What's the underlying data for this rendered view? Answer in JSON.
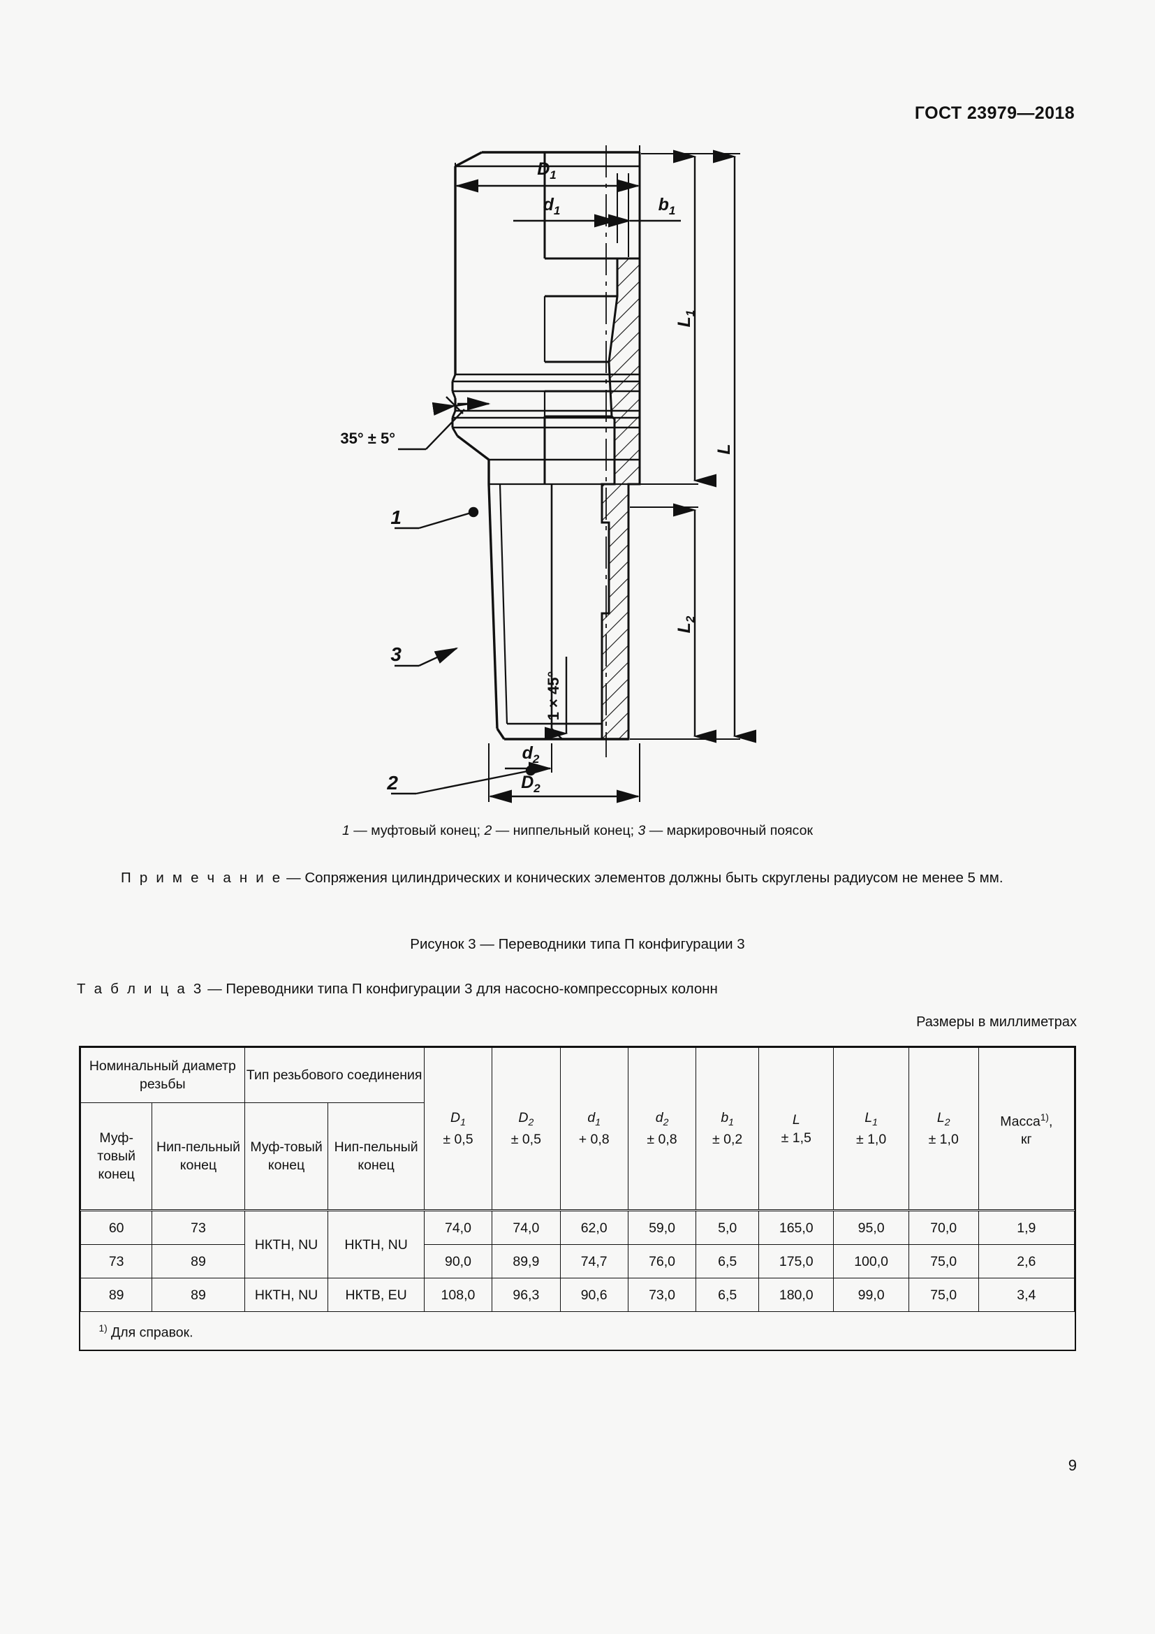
{
  "document": {
    "standard_header": "ГОСТ 23979—2018",
    "page_number": "9"
  },
  "figure": {
    "legend_item_1_num": "1",
    "legend_item_1_text": "— муфтовый конец;",
    "legend_item_2_num": "2",
    "legend_item_2_text": "— ниппельный конец;",
    "legend_item_3_num": "3",
    "legend_item_3_text": "— маркировочный поясок",
    "caption": "Рисунок 3 — Переводники типа П конфигурации 3",
    "callouts": {
      "one": "1",
      "two": "2",
      "three": "3"
    },
    "dimensions": {
      "D1": "D",
      "D1_sub": "1",
      "d1": "d",
      "d1_sub": "1",
      "b1": "b",
      "b1_sub": "1",
      "D2": "D",
      "D2_sub": "2",
      "d2": "d",
      "d2_sub": "2",
      "L": "L",
      "L1": "L",
      "L1_sub": "1",
      "L2": "L",
      "L2_sub": "2",
      "angle": "35° ± 5°",
      "chamfer": "1 × 45°"
    }
  },
  "note": {
    "label": "П р и м е ч а н и е",
    "dash": " — ",
    "text": "Сопряжения цилиндрических и конических элементов должны быть скруглены радиусом не менее 5 мм."
  },
  "table": {
    "caption_label": "Т а б л и ц а  3",
    "caption_text": " — Переводники типа П конфигурации 3 для насосно-компрессорных колонн",
    "units_line": "Размеры в миллиметрах",
    "group_headers": {
      "nominal_diameter": "Номинальный диаметр резьбы",
      "thread_type": "Тип резьбового соединения"
    },
    "sub_headers": {
      "coupling_end": "Муф-товый конец",
      "nipple_end": "Нип-пельный конец",
      "coupling_end_2": "Муф-товый конец",
      "nipple_end_2": "Нип-пельный конец"
    },
    "columns": [
      {
        "symbol": "D",
        "sub": "1",
        "tol": "± 0,5"
      },
      {
        "symbol": "D",
        "sub": "2",
        "tol": "± 0,5"
      },
      {
        "symbol": "d",
        "sub": "1",
        "tol": "+ 0,8"
      },
      {
        "symbol": "d",
        "sub": "2",
        "tol": "± 0,8"
      },
      {
        "symbol": "b",
        "sub": "1",
        "tol": "± 0,2"
      },
      {
        "symbol": "L",
        "sub": "",
        "tol": "± 1,5"
      },
      {
        "symbol": "L",
        "sub": "1",
        "tol": "± 1,0"
      },
      {
        "symbol": "L",
        "sub": "2",
        "tol": "± 1,0"
      }
    ],
    "mass_header_text": "Масса",
    "mass_header_ref": "1)",
    "mass_header_comma": ",",
    "mass_header_unit": "кг",
    "rows": [
      {
        "coupling_dia": "60",
        "nipple_dia": "73",
        "coupling_thread": "НКТН, NU",
        "nipple_thread": "НКТН, NU",
        "D1": "74,0",
        "D2": "74,0",
        "d1": "62,0",
        "d2": "59,0",
        "b1": "5,0",
        "L": "165,0",
        "L1": "95,0",
        "L2": "70,0",
        "mass": "1,9"
      },
      {
        "coupling_dia": "73",
        "nipple_dia": "89",
        "coupling_thread": "",
        "nipple_thread": "",
        "D1": "90,0",
        "D2": "89,9",
        "d1": "74,7",
        "d2": "76,0",
        "b1": "6,5",
        "L": "175,0",
        "L1": "100,0",
        "L2": "75,0",
        "mass": "2,6"
      },
      {
        "coupling_dia": "89",
        "nipple_dia": "89",
        "coupling_thread": "НКТН, NU",
        "nipple_thread": "НКТВ, EU",
        "D1": "108,0",
        "D2": "96,3",
        "d1": "90,6",
        "d2": "73,0",
        "b1": "6,5",
        "L": "180,0",
        "L1": "99,0",
        "L2": "75,0",
        "mass": "3,4"
      }
    ],
    "footnote_ref": "1)",
    "footnote_text": " Для справок."
  }
}
